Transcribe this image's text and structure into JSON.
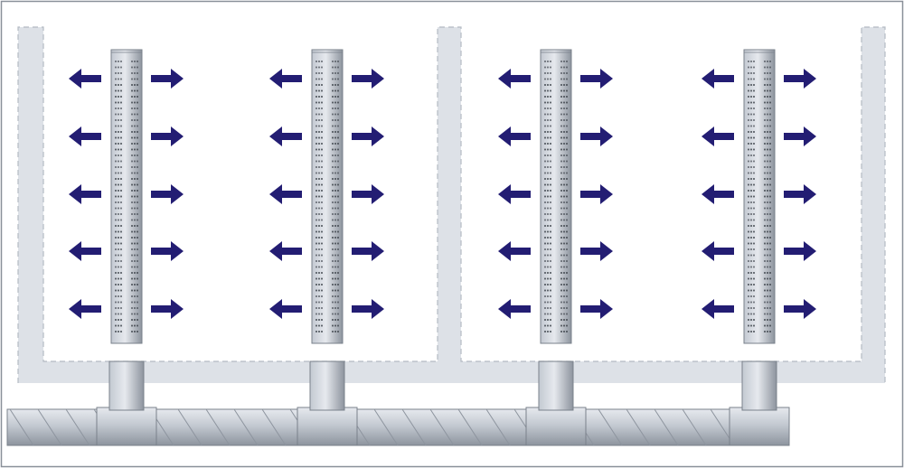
{
  "diagram": {
    "kind": "perforated-duct-air-distribution",
    "drop_count": 4,
    "arrow_rows_per_drop": 5,
    "arrow_directions": [
      "left",
      "right"
    ],
    "room_outline": "dashed",
    "supply_duct": "spiral",
    "colors": {
      "background": "#ffffff",
      "frame": "#8a9099",
      "room_band": "#dde1e7",
      "room_dash": "#b4bac3",
      "duct_light": "#e6e9ee",
      "duct_mid": "#c3c9d1",
      "duct_dark": "#8d949e",
      "duct_edge": "#7a818b",
      "perforation": "#3a3f47",
      "arrow": "#231d73"
    }
  }
}
